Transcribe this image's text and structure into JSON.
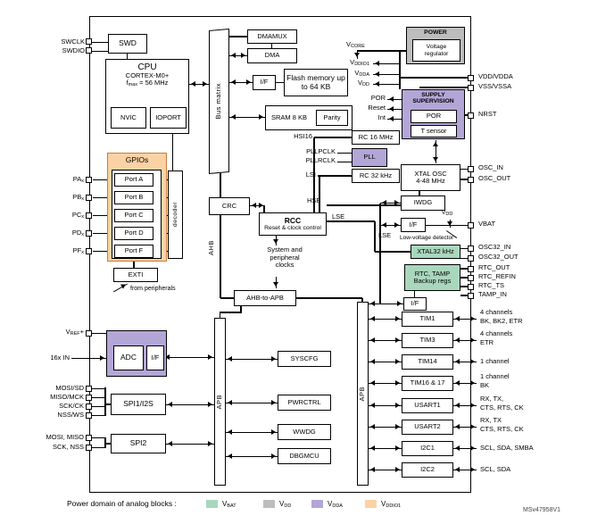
{
  "doc": {
    "id": "MSv47958V1"
  },
  "legend": {
    "label": "Power domain of analog blocks :",
    "items": [
      {
        "b": "V",
        "s": "BAT",
        "color": "#a9d7bd"
      },
      {
        "b": "V",
        "s": "DD",
        "color": "#bdbdbd"
      },
      {
        "b": "V",
        "s": "DDA",
        "color": "#b3a6d7"
      },
      {
        "b": "V",
        "s": "DDIO1",
        "color": "#fbd2a4"
      }
    ]
  },
  "debug": {
    "swclk": "SWCLK",
    "swdio": "SWDIO",
    "swd": "SWD"
  },
  "cpu": {
    "title": "CPU",
    "core": "CORTEX-M0+",
    "fmax_b": "f",
    "fmax_s": "max",
    "fmax_rest": " = 56 MHz",
    "nvic": "NVIC",
    "ioport": "IOPORT"
  },
  "buses": {
    "bus_matrix": "Bus matrix",
    "ahb": "AHB",
    "ahb_to_apb": "AHB-to-APB",
    "apb_left": "APB",
    "apb_right": "APB"
  },
  "memory": {
    "dmamux": "DMAMUX",
    "dma": "DMA",
    "flash_if": "I/F",
    "flash": "Flash memory up to 64 KB",
    "sram": "SRAM 8 KB",
    "parity": "Parity"
  },
  "clocks": {
    "hsi16": "HSI16",
    "pllpclk": "PLLPCLK",
    "pllrclk": "PLLRCLK",
    "lsi": "LSI",
    "rc16": "RC 16 MHz",
    "pll": "PLL",
    "rc32": "RC 32 kHz",
    "hse": "HSE",
    "lse_a": "LSE",
    "lse_b": "LSE",
    "rcc_title": "RCC",
    "rcc_sub": "Reset & clock control",
    "sys1": "System and",
    "sys2": "peripheral",
    "sys3": "clocks"
  },
  "gpio": {
    "title": "GPIOs",
    "decoder": "decoder",
    "ports": [
      "Port A",
      "Port B",
      "Port C",
      "Port D",
      "Port F"
    ],
    "pins": [
      {
        "b": "PA",
        "s": "x"
      },
      {
        "b": "PB",
        "s": "x"
      },
      {
        "b": "PC",
        "s": "x"
      },
      {
        "b": "PD",
        "s": "x"
      },
      {
        "b": "PF",
        "s": "x"
      }
    ],
    "exti": "EXTI",
    "from_peripherals": "from peripherals",
    "crc": "CRC"
  },
  "power": {
    "header": "POWER",
    "vreg1": "Voltage",
    "vreg2": "regulator",
    "vcore": {
      "b": "V",
      "s": "CORE"
    },
    "vddio1": {
      "b": "V",
      "s": "DDIO1"
    },
    "vdda": {
      "b": "V",
      "s": "DDA"
    },
    "vdd": {
      "b": "V",
      "s": "DD"
    },
    "supply1": "SUPPLY",
    "supply2": "SUPERVISION",
    "por_block": "POR",
    "t_sensor": "T sensor",
    "por": "POR",
    "reset": "Reset",
    "int": "Int"
  },
  "analog": {
    "xtal1": "XTAL OSC",
    "xtal2": "4-48 MHz",
    "iwdg": "IWDG",
    "vbat_if": "I/F",
    "lvd": "Low-voltage detector",
    "vdd_b": "V",
    "vdd_s": "DD",
    "xtal32": "XTAL32 kHz",
    "rtc1": "RTC, TAMP",
    "rtc2": "Backup regs",
    "rtc_if": "I/F"
  },
  "right_pins": {
    "vdd_vdda": "VDD/VDDA",
    "vss_vssa": "VSS/VSSA",
    "nrst": "NRST",
    "osc_in": "OSC_IN",
    "osc_out": "OSC_OUT",
    "vbat": "VBAT",
    "osc32_in": "OSC32_IN",
    "osc32_out": "OSC32_OUT",
    "rtc_out": "RTC_OUT",
    "rtc_refin": "RTC_REFIN",
    "rtc_ts": "RTC_TS",
    "tamp_in": "TAMP_IN"
  },
  "peripherals": [
    {
      "name": "TIM1",
      "l1": "4 channels",
      "l2": "BK, BK2, ETR"
    },
    {
      "name": "TIM3",
      "l1": "4 channels",
      "l2": "ETR"
    },
    {
      "name": "TIM14",
      "l1": "1 channel",
      "l2": ""
    },
    {
      "name": "TIM16 & 17",
      "l1": "1 channel",
      "l2": "BK"
    },
    {
      "name": "USART1",
      "l1": "RX, TX,",
      "l2": "CTS, RTS, CK"
    },
    {
      "name": "USART2",
      "l1": "RX, TX",
      "l2": "CTS, RTS, CK"
    },
    {
      "name": "I2C1",
      "l1": "SCL, SDA, SMBA",
      "l2": ""
    },
    {
      "name": "I2C2",
      "l1": "SCL, SDA",
      "l2": ""
    }
  ],
  "adc": {
    "vref_b": "V",
    "vref_s": "REF",
    "vref_p": "+",
    "adc": "ADC",
    "adc_if": "I/F",
    "in16": "16x IN"
  },
  "spi": {
    "spi1": "SPI1/I2S",
    "spi2": "SPI2",
    "spi1_pins": [
      "MOSI/SD",
      "MISO/MCK",
      "SCK/CK",
      "NSS/WS"
    ],
    "spi2_pins": [
      "MOSI, MISO",
      "SCK, NSS"
    ]
  },
  "apb_blocks": {
    "syscfg": "SYSCFG",
    "pwrctrl": "PWRCTRL",
    "wwdg": "WWDG",
    "dbgmcu": "DBGMCU"
  }
}
